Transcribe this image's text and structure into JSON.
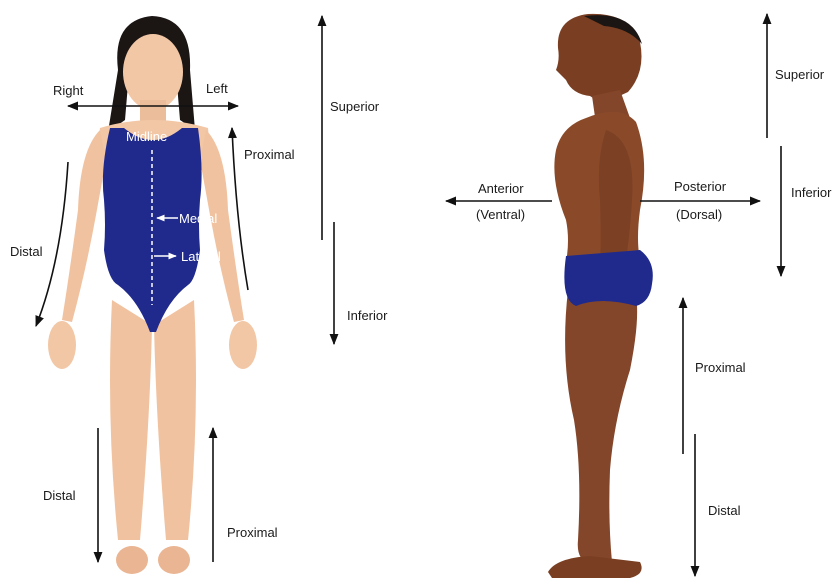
{
  "front_figure": {
    "right": "Right",
    "left": "Left",
    "midline": "Midline",
    "medial": "Medial",
    "lateral": "Lateral",
    "proximal_arm": "Proximal",
    "distal_arm": "Distal",
    "superior": "Superior",
    "inferior": "Inferior",
    "distal_leg": "Distal",
    "proximal_leg": "Proximal"
  },
  "side_figure": {
    "anterior": "Anterior",
    "ventral": "(Ventral)",
    "posterior": "Posterior",
    "dorsal": "(Dorsal)",
    "superior": "Superior",
    "inferior": "Inferior",
    "proximal": "Proximal",
    "distal": "Distal"
  },
  "colors": {
    "swimsuit": "#1f2a8c",
    "skin_light": "#f2c7a6",
    "skin_dark": "#8a4a2a",
    "hair": "#1b1514",
    "arrow": "#111111"
  }
}
